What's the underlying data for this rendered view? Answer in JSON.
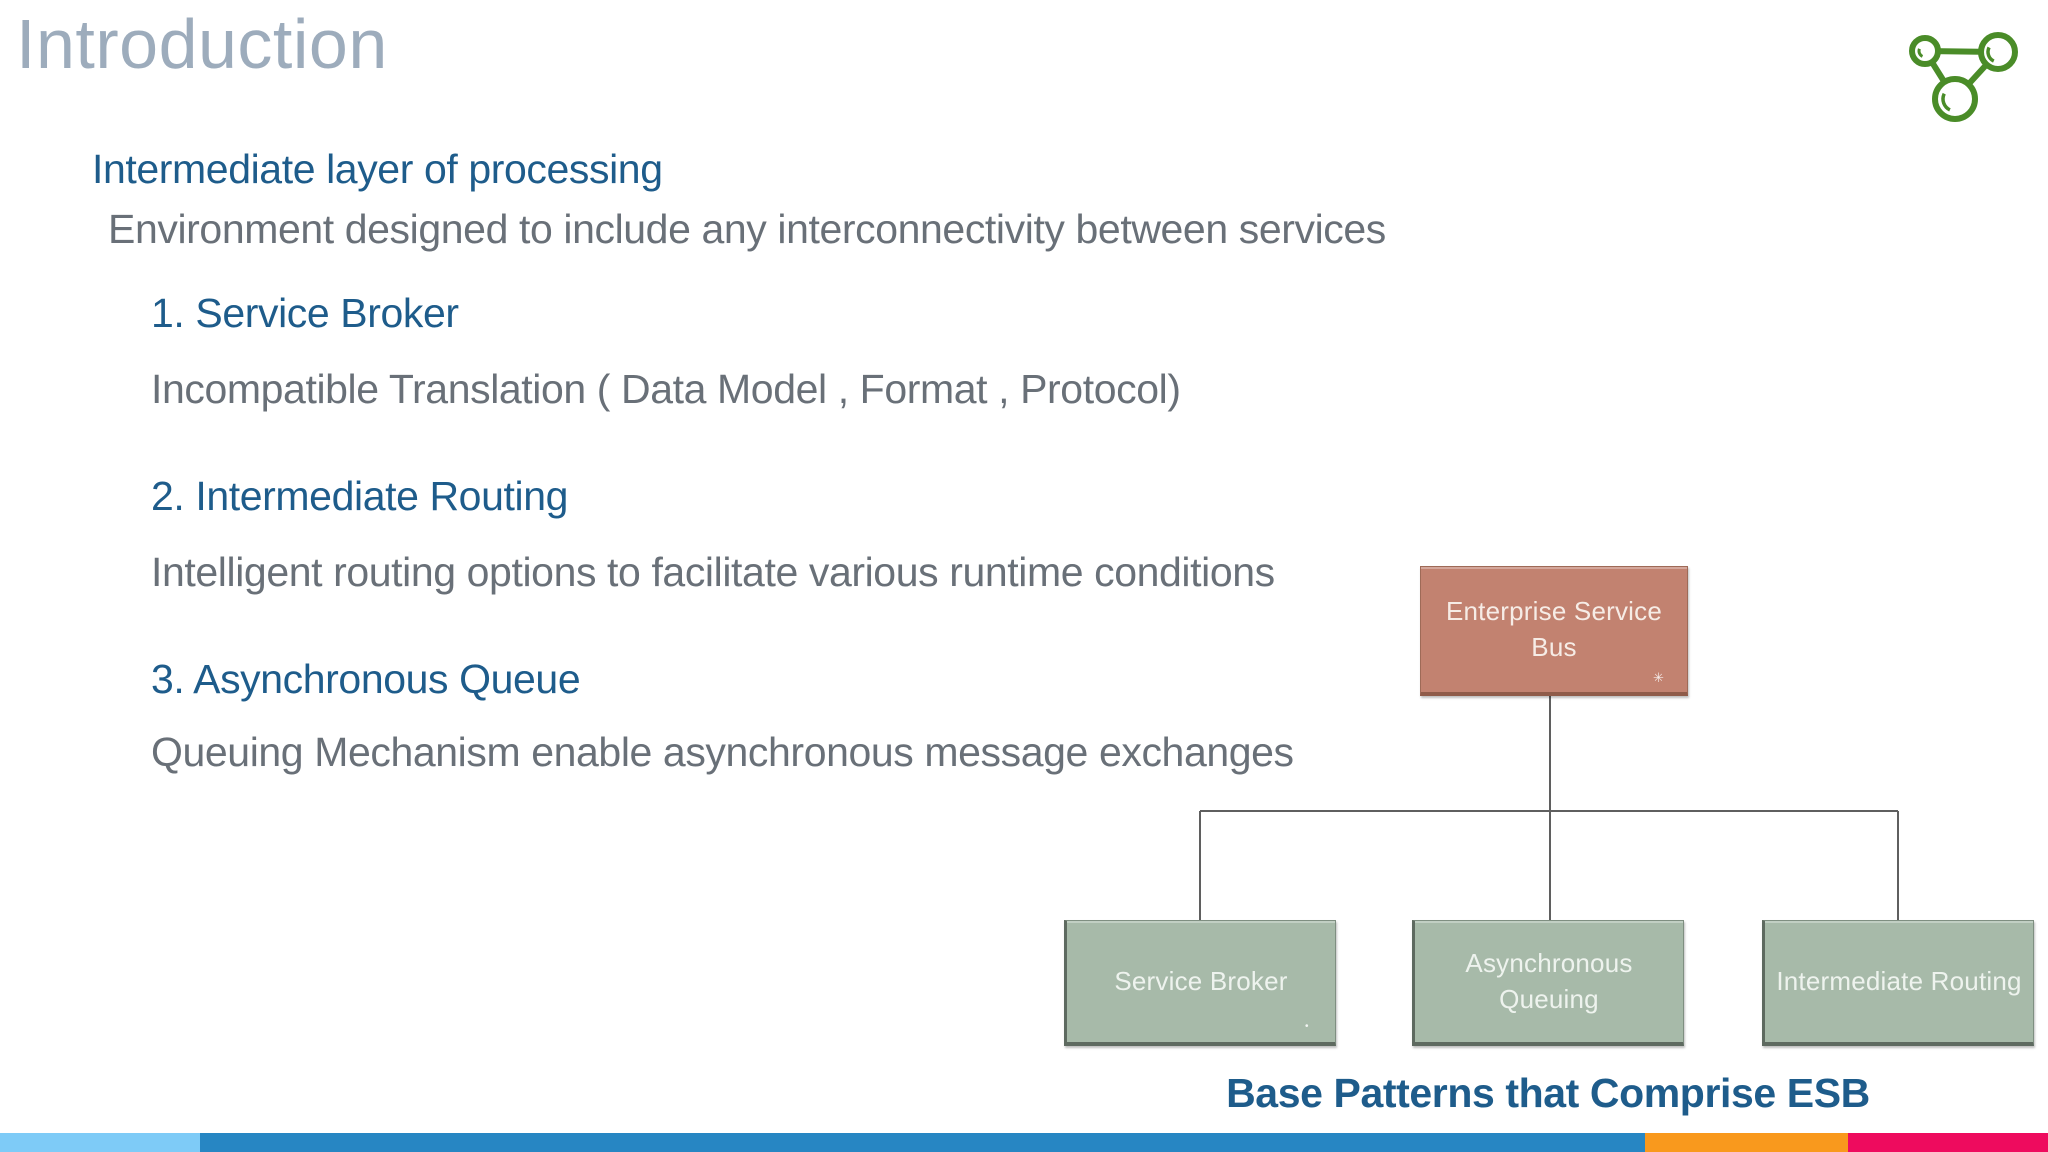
{
  "slide": {
    "title": "Introduction",
    "heading": "Intermediate layer of processing",
    "subheading": "Environment designed to include any interconnectivity between services",
    "items": [
      {
        "heading": "1. Service Broker",
        "body": "Incompatible Translation ( Data Model , Format , Protocol)"
      },
      {
        "heading": "2. Intermediate Routing",
        "body": "Intelligent routing options to facilitate various runtime conditions"
      },
      {
        "heading": "3. Asynchronous Queue",
        "body": "Queuing Mechanism enable asynchronous message exchanges"
      }
    ],
    "colors": {
      "title_gray": "#9dacbc",
      "heading_blue": "#1e5c8b",
      "body_gray": "#697078"
    }
  },
  "diagram": {
    "root": {
      "label": "Enterprise Service Bus",
      "color": "#c28270"
    },
    "children": [
      {
        "label": "Service Broker",
        "color": "#a7baa9"
      },
      {
        "label": "Asynchronous Queuing",
        "color": "#a7baa9"
      },
      {
        "label": "Intermediate Routing",
        "color": "#a7baa9"
      }
    ],
    "connector_color": "#5f5f5f",
    "caption": "Base Patterns that Comprise ESB",
    "corner_mark": "✳",
    "corner_dot": "•"
  },
  "logo": {
    "icon": "molecule-network-icon",
    "color": "#4a8c28"
  },
  "footer_bar": {
    "segments": [
      {
        "color": "#7ecbf7"
      },
      {
        "color": "#2786c3"
      },
      {
        "color": "#f9991d"
      },
      {
        "color": "#ee0b5e"
      }
    ]
  }
}
